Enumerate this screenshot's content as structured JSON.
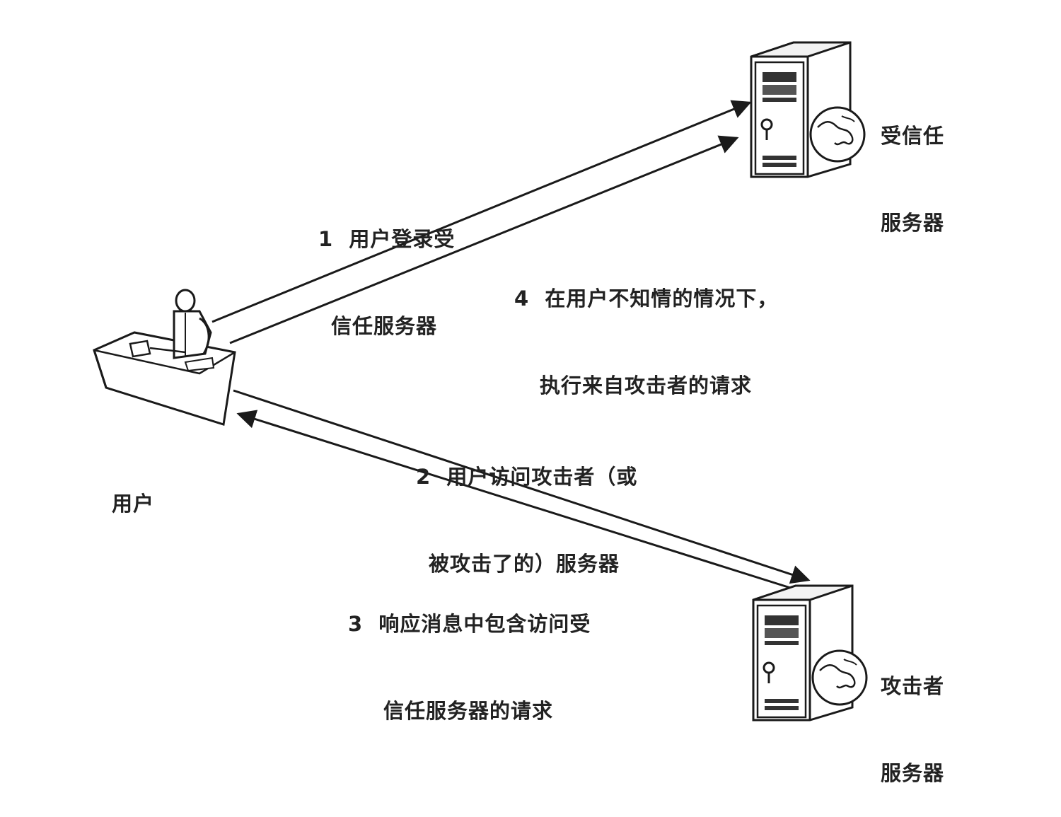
{
  "nodes": {
    "user": {
      "label": "用户"
    },
    "trusted_server": {
      "label_lines": [
        "受信任",
        "服务器"
      ]
    },
    "attacker_server": {
      "label_lines": [
        "攻击者",
        "服务器"
      ]
    }
  },
  "steps": [
    {
      "lines": [
        "1  用户登录受",
        "信任服务器"
      ]
    },
    {
      "lines": [
        "2  用户访问攻击者（或",
        "被攻击了的）服务器"
      ]
    },
    {
      "lines": [
        "3  响应消息中包含访问受",
        "信任服务器的请求"
      ]
    },
    {
      "lines": [
        "4  在用户不知情的情况下，",
        "执行来自攻击者的请求"
      ]
    }
  ]
}
